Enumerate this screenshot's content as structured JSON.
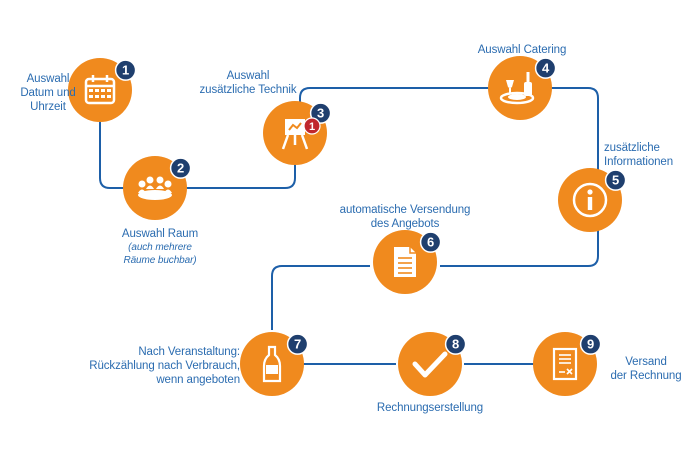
{
  "colors": {
    "accent": "#f08a1e",
    "text": "#2b6cb0",
    "badge": "#1f3f6e",
    "connector": "#1d5fa8",
    "alert_badge": "#c0272d",
    "icon": "#ffffff"
  },
  "steps": [
    {
      "number": "1",
      "icon": "calendar-icon",
      "label_lines": [
        "Auswahl",
        "Datum und",
        "Uhrzeit"
      ]
    },
    {
      "number": "2",
      "icon": "group-of-people-icon",
      "label_lines": [
        "Auswahl Raum"
      ],
      "note_lines": [
        "(auch mehrere",
        "Räume buchbar)"
      ]
    },
    {
      "number": "3",
      "icon": "presentation-easel-icon",
      "label_lines": [
        "Auswahl",
        "zusätzliche Technik"
      ],
      "extra_badge": "1"
    },
    {
      "number": "4",
      "icon": "catering-wine-plate-icon",
      "label_lines": [
        "Auswahl Catering"
      ]
    },
    {
      "number": "5",
      "icon": "info-icon",
      "label_lines": [
        "zusätzliche",
        "Informationen"
      ]
    },
    {
      "number": "6",
      "icon": "document-icon",
      "label_lines": [
        "automatische Versendung",
        "des Angebots"
      ]
    },
    {
      "number": "7",
      "icon": "bottle-icon",
      "label_lines": [
        "Nach Veranstaltung:",
        "Rückzählung nach Verbrauch,",
        "wenn angeboten"
      ]
    },
    {
      "number": "8",
      "icon": "checkmark-icon",
      "label_lines": [
        "Rechnungserstellung"
      ]
    },
    {
      "number": "9",
      "icon": "invoice-icon",
      "label_lines": [
        "Versand",
        "der Rechnung"
      ]
    }
  ]
}
